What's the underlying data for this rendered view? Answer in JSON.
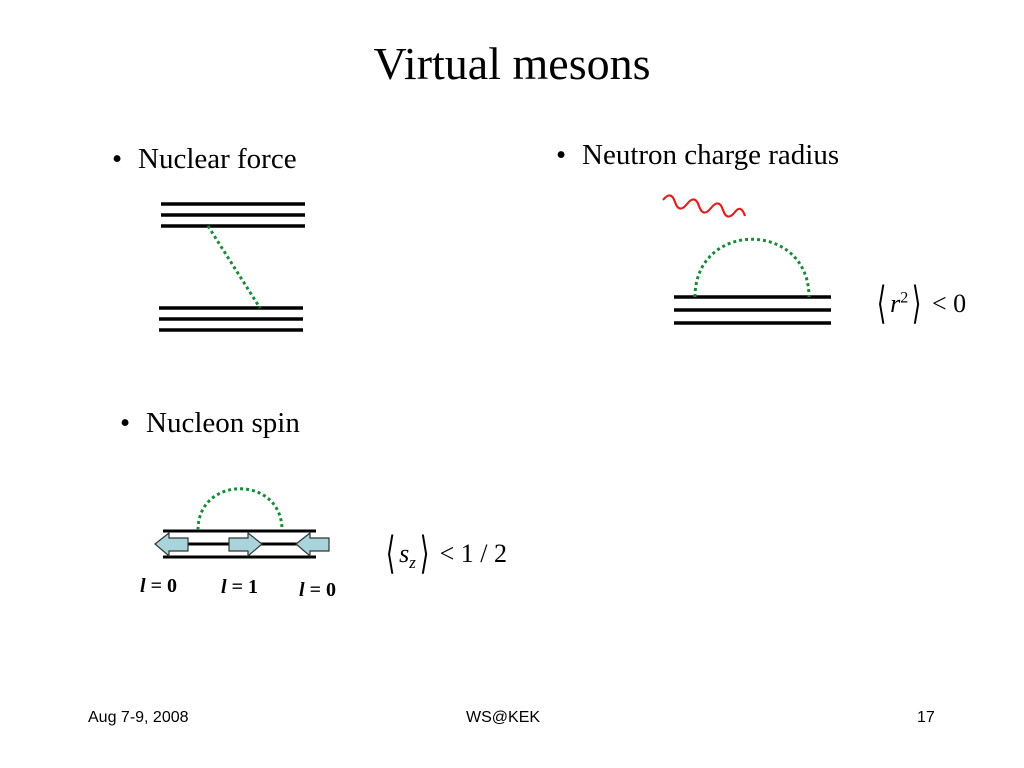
{
  "slide": {
    "title": "Virtual mesons"
  },
  "bullets": {
    "nuclear_force": "Nuclear force",
    "neutron_charge_radius": "Neutron charge radius",
    "nucleon_spin": "Nucleon spin",
    "bullet_glyph": "•"
  },
  "formulas": {
    "r2": {
      "variable": "r",
      "exponent": "2",
      "relation": "< 0"
    },
    "sz": {
      "variable": "s",
      "subscript": "z",
      "relation": "< 1 / 2"
    }
  },
  "orbital_labels": [
    {
      "symbol": "l",
      "text": " = 0"
    },
    {
      "symbol": "l",
      "text": " = 1"
    },
    {
      "symbol": "l",
      "text": " = 0"
    }
  ],
  "footer": {
    "date": "Aug 7-9, 2008",
    "venue": "WS@KEK",
    "page_number": "17"
  },
  "colors": {
    "meson_line": "#1a8a3a",
    "photon_line": "#e02020",
    "spin_arrow_fill": "#a9d4dc"
  }
}
